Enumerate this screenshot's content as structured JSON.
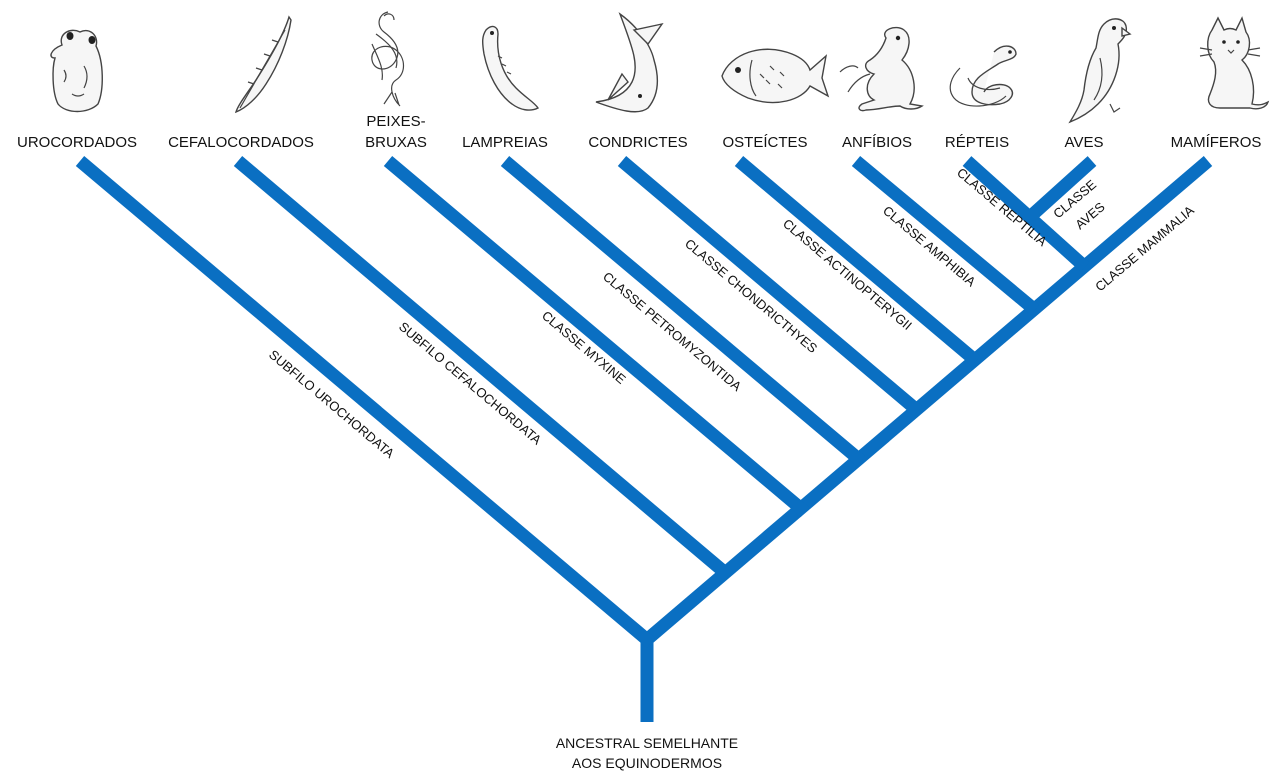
{
  "colors": {
    "branch": "#0a6fc2",
    "text": "#111111"
  },
  "taxa": [
    {
      "label": "UROCORDADOS",
      "icon": "tunicate-icon"
    },
    {
      "label": "CEFALOCORDADOS",
      "icon": "lancelet-icon"
    },
    {
      "label": "PEIXES-",
      "label2": "BRUXAS",
      "icon": "hagfish-icon"
    },
    {
      "label": "LAMPREIAS",
      "icon": "lamprey-icon"
    },
    {
      "label": "CONDRICTES",
      "icon": "shark-icon"
    },
    {
      "label": "OSTEÍCTES",
      "icon": "bony-fish-icon"
    },
    {
      "label": "ANFÍBIOS",
      "icon": "frog-icon"
    },
    {
      "label": "RÉPTEIS",
      "icon": "snake-icon"
    },
    {
      "label": "AVES",
      "icon": "bird-icon"
    },
    {
      "label": "MAMÍFEROS",
      "icon": "cat-icon"
    }
  ],
  "clades": [
    "SUBFILO UROCHORDATA",
    "SUBFILO CEFALOCHORDATA",
    "CLASSE MYXINE",
    "CLASSE PETROMYZONTIDA",
    "CLASSE CHONDRICTHYES",
    "CLASSE ACTINOPTERYGII",
    "CLASSE AMPHIBIA",
    "CLASSE REPTILIA",
    "CLASSE",
    "AVES",
    "CLASSE MAMMALIA"
  ],
  "root": {
    "line1": "ANCESTRAL SEMELHANTE",
    "line2": "AOS EQUINODERMOS"
  }
}
